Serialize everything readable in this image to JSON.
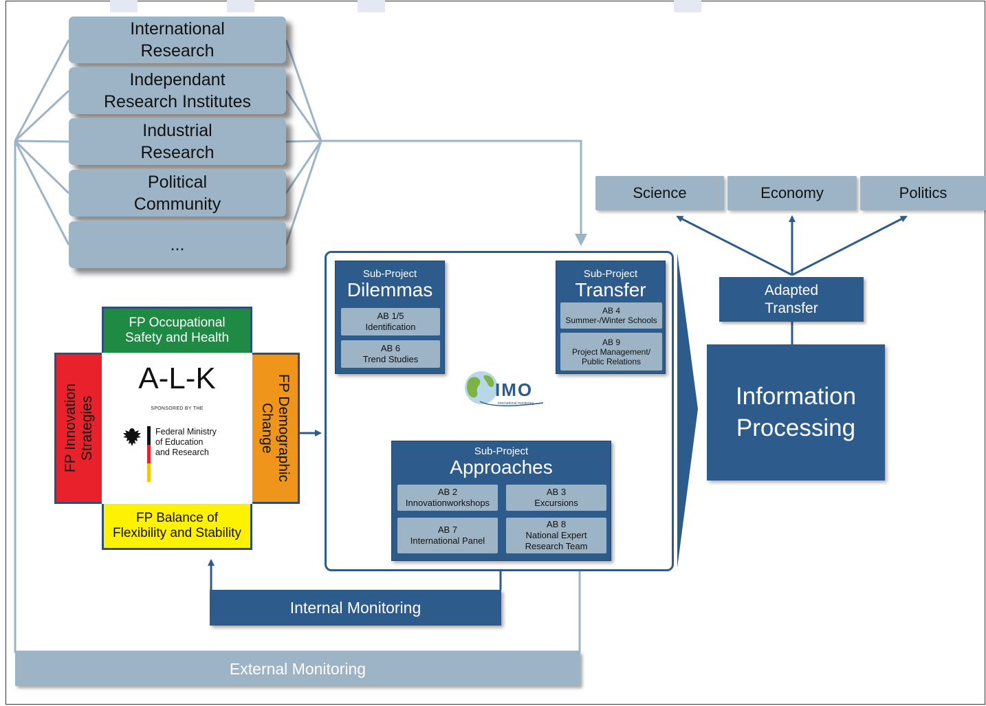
{
  "stack": [
    {
      "label": "International\nResearch"
    },
    {
      "label": "Independant\nResearch Institutes"
    },
    {
      "label": "Industrial\nResearch"
    },
    {
      "label": "Political\nCommunity"
    },
    {
      "label": "..."
    }
  ],
  "outputs": [
    "Science",
    "Economy",
    "Politics"
  ],
  "adapted_transfer": "Adapted\nTransfer",
  "information_processing": "Information\nProcessing",
  "alk": {
    "top": "FP Occupational\nSafety and Health",
    "bottom": "FP Balance of\nFlexibility and Stability",
    "left": "FP Innovation\nStrategies",
    "right": "FP Demographic\nChange",
    "center_title": "A-L-K",
    "sponsored": "SPONSORED BY THE",
    "ministry": "Federal Ministry\nof Education\nand Research"
  },
  "subprojects": {
    "dilemmas": {
      "label": "Sub-Project",
      "title": "Dilemmas",
      "items": [
        "AB 1/5\nIdentification",
        "AB 6\nTrend Studies"
      ]
    },
    "transfer": {
      "label": "Sub-Project",
      "title": "Transfer",
      "items": [
        "AB 4\nSummer-/Winter Schools",
        "AB 9\nProject Management/\nPublic Relations"
      ]
    },
    "approaches": {
      "label": "Sub-Project",
      "title": "Approaches",
      "items": [
        "AB 2\nInnovationworkshops",
        "AB 3\nExcursions",
        "AB 7\nInternational Panel",
        "AB 8\nNational Expert\nResearch Team"
      ]
    }
  },
  "imo_logo": {
    "text": "IMO",
    "subtext": "International monitoring"
  },
  "internal_monitoring": "Internal Monitoring",
  "external_monitoring": "External Monitoring",
  "colors": {
    "light_blue": "#9cb4c6",
    "dark_blue": "#2d5b8b",
    "green": "#1e8a44",
    "red": "#e8212a",
    "orange": "#f0951c",
    "yellow": "#fff200"
  }
}
